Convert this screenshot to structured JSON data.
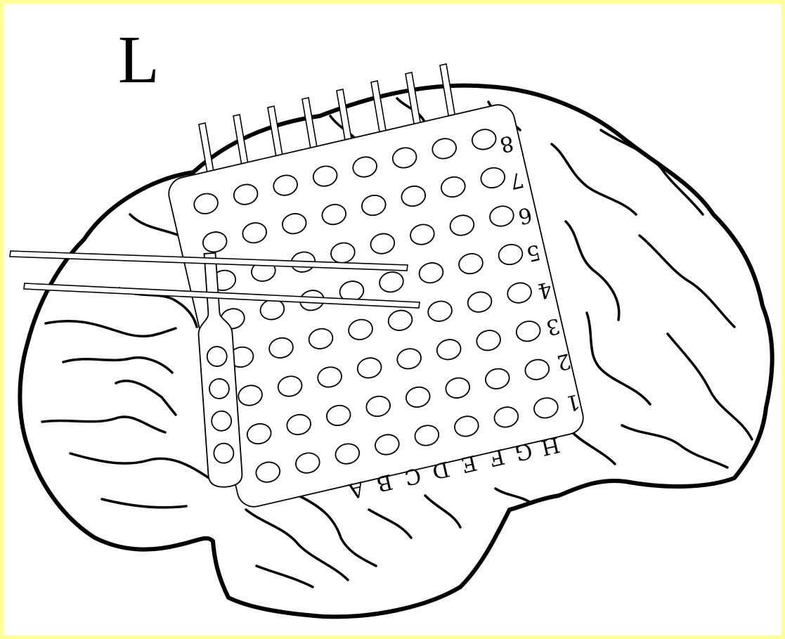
{
  "hemisphere_label": "L",
  "grid": {
    "rows": 8,
    "cols": 8,
    "row_labels": [
      "1",
      "2",
      "3",
      "4",
      "5",
      "6",
      "7",
      "8"
    ],
    "column_labels": [
      "A",
      "B",
      "C",
      "D",
      "E",
      "F",
      "G",
      "H"
    ]
  },
  "strip": {
    "contacts": 4
  },
  "depth_electrodes": {
    "count": 2
  }
}
